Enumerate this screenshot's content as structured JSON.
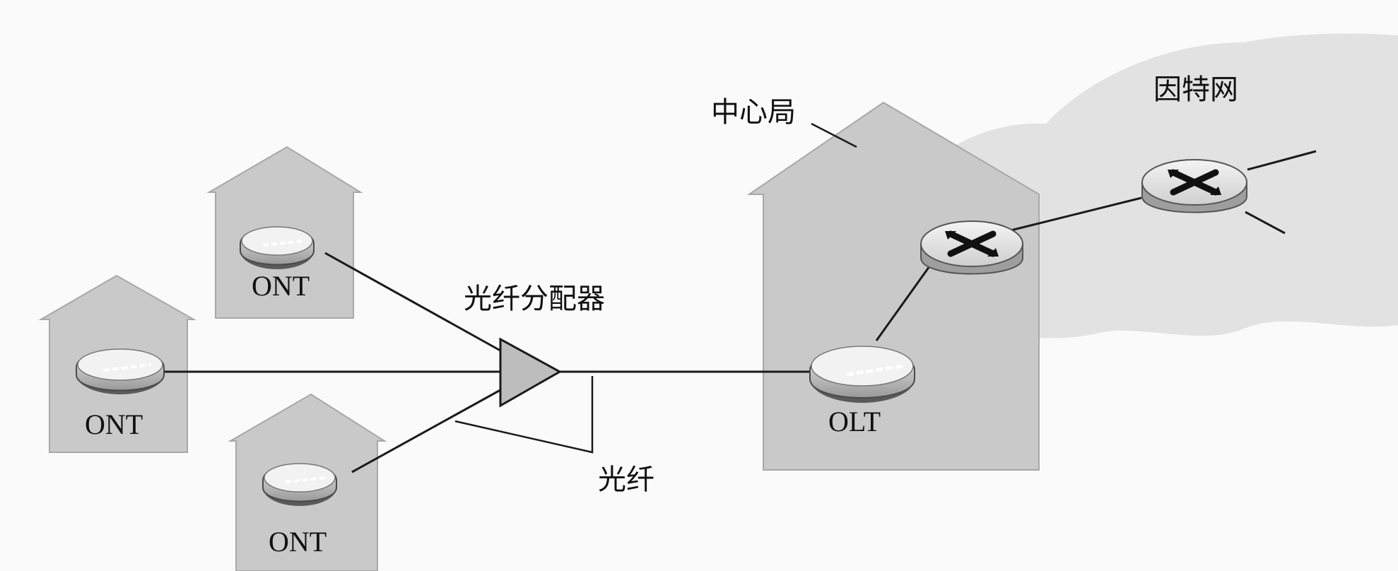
{
  "labels": {
    "internet": "因特网",
    "central_office": "中心局",
    "splitter": "光纤分配器",
    "fiber": "光纤"
  },
  "devices": {
    "ont_top": "ONT",
    "ont_left": "ONT",
    "ont_bottom": "ONT",
    "olt": "OLT"
  },
  "colors": {
    "house_fill": "#c9c9c9",
    "cloud_fill": "#e2e2e2",
    "line": "#1a1a1a",
    "background": "#fafafa"
  }
}
